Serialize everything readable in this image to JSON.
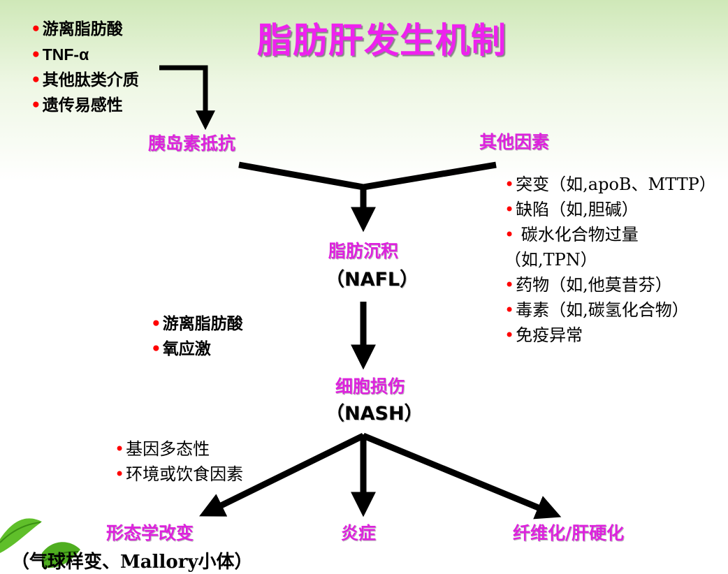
{
  "title": "脂肪肝发生机制",
  "top_left_factors": [
    "游离脂肪酸",
    "TNF-α",
    "其他肽类介质",
    "遗传易感性"
  ],
  "insulin_resistance": "胰岛素抵抗",
  "other_factors": "其他因素",
  "other_factors_list": [
    "突变（如,apoB、MTTP）",
    "缺陷（如,胆碱）",
    " 碳水化合物过量（如,TPN）",
    "药物（如,他莫昔芬）",
    "毒素（如,碳氢化合物）",
    "免疫异常"
  ],
  "fat_deposition": "脂肪沉积",
  "nafl": "（NAFL）",
  "middle_factors": [
    "游离脂肪酸",
    "氧应激"
  ],
  "cell_damage": "细胞损伤",
  "nash": "（NASH）",
  "genetic_factors": [
    "基因多态性",
    "环境或饮食因素"
  ],
  "morphology": "形态学改变",
  "inflammation": "炎症",
  "fibrosis": "纤维化/肝硬化",
  "morphology_detail": "（气球样变、Mallory小体）",
  "colors": {
    "accent": "#dd22dd",
    "bullet": "#ff0000",
    "line": "#000000"
  }
}
